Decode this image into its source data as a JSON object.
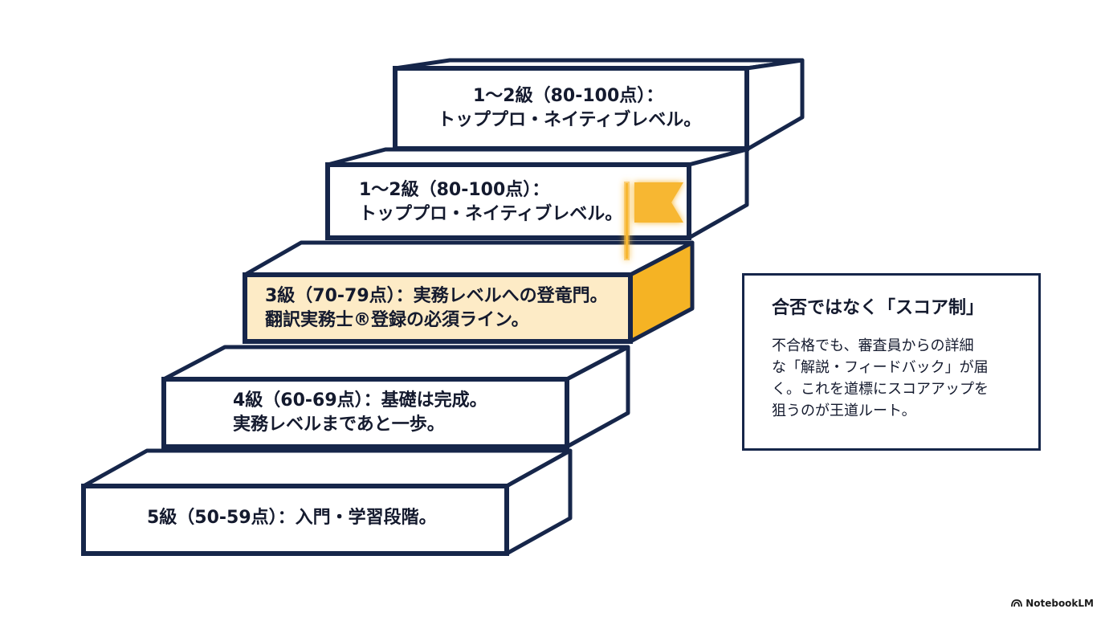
{
  "steps": [
    {
      "id": "grade-5",
      "lines": [
        "5級（50-59点）：入門・学習段階。"
      ],
      "highlighted": false
    },
    {
      "id": "grade-4",
      "lines": [
        "4級（60-69点）：基礎は完成。",
        "実務レベルまであと一歩。"
      ],
      "highlighted": false
    },
    {
      "id": "grade-3",
      "lines": [
        "3級（70-79点）：実務レベルへの登竜門。",
        "翻訳実務士®登録の必須ライン。"
      ],
      "highlighted": true
    },
    {
      "id": "grade-1-2-lower",
      "lines": [
        "1～2級（80-100点）：",
        "トッププロ・ネイティブレベル。"
      ],
      "highlighted": false
    },
    {
      "id": "grade-1-2-top",
      "lines": [
        "1～2級（80-100点）：",
        "トッププロ・ネイティブレベル。"
      ],
      "highlighted": false
    }
  ],
  "info": {
    "title": "合否ではなく「スコア制」",
    "body_lines": [
      "不合格でも、審査員からの詳細",
      "な「解説・フィードバック」が届",
      "く。これを道標にスコアアップを",
      "狙うのが王道ルート。"
    ]
  },
  "brand": {
    "label": "NotebookLM"
  },
  "icons": {
    "flag": "flag-icon",
    "brand": "notebooklm-logo-icon"
  },
  "colors": {
    "outline": "#16264a",
    "highlight_fill": "#fdebc6",
    "highlight_side": "#f5b324",
    "flag": "#f7b733",
    "text": "#141a2e"
  }
}
